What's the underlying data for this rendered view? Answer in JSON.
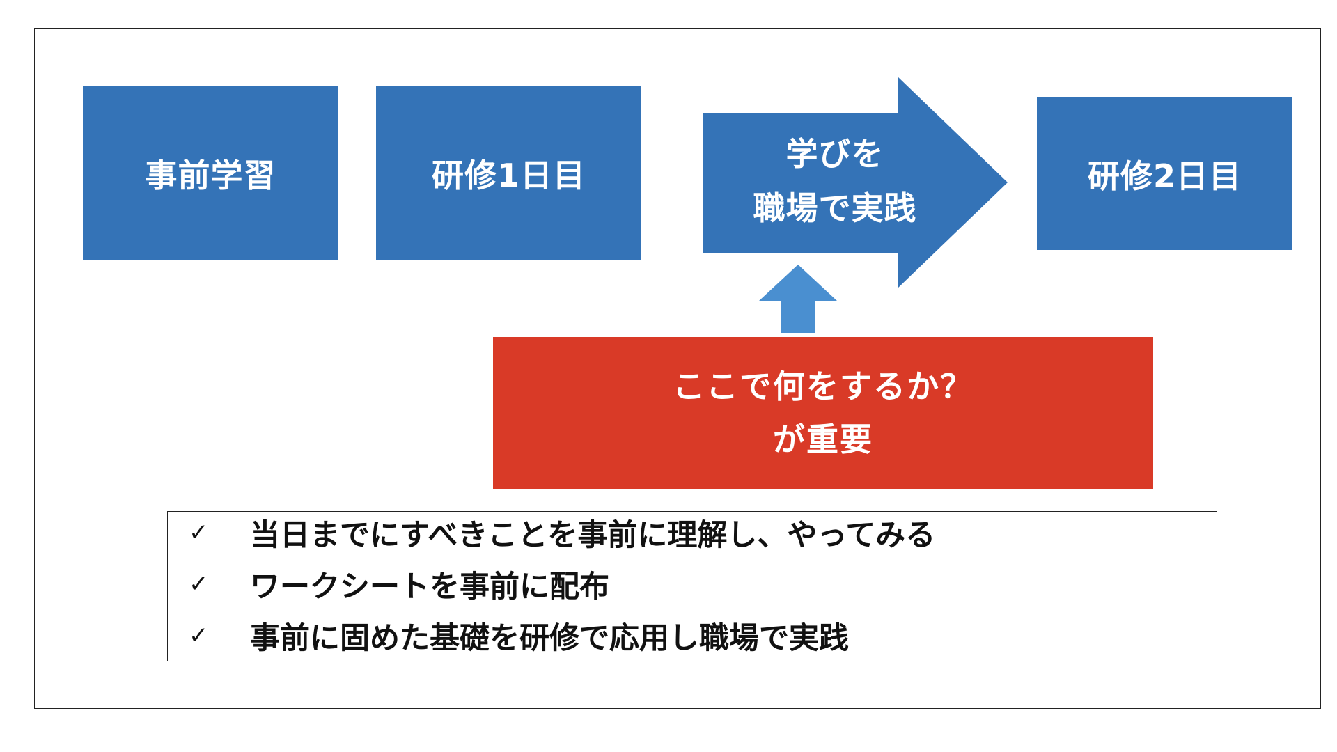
{
  "flow": {
    "step1": "事前学習",
    "step2": "研修1日目",
    "step3_line1": "学びを",
    "step3_line2": "職場で実践",
    "step4": "研修2日目"
  },
  "callout": {
    "line1": "ここで何をするか？",
    "line2": "が重要"
  },
  "checklist": {
    "items": [
      {
        "mark": "✓",
        "text": "当日までにすべきことを事前に理解し、やってみる"
      },
      {
        "mark": "✓",
        "text": "ワークシートを事前に配布"
      },
      {
        "mark": "✓",
        "text": "事前に固めた基礎を研修で応用し職場で実践"
      }
    ]
  },
  "colors": {
    "blue": "#3473b7",
    "light_blue": "#4a8fd0",
    "red": "#d93a27",
    "border": "#222222"
  }
}
